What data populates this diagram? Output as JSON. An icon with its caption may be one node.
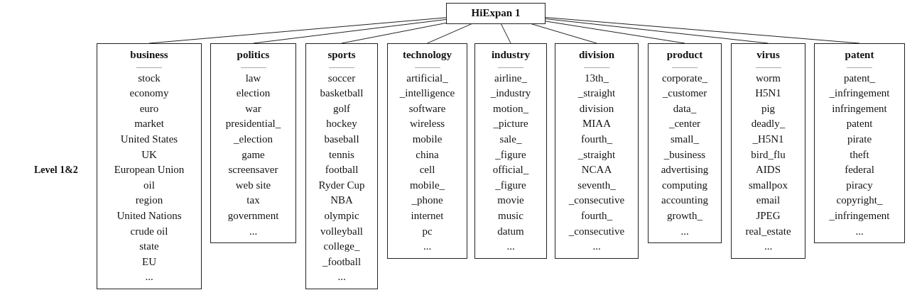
{
  "diagram": {
    "nodes": [
      {
        "text": [
          "HiExpan 1"
        ]
      },
      {
        "text": [
          "business",
          "stock",
          "economy",
          "euro",
          "market",
          "United States",
          "UK",
          "European Union",
          "oil",
          "region",
          "United Nations",
          "crude oil",
          "state",
          "EU",
          "..."
        ]
      },
      {
        "text": [
          "politics",
          "law",
          "election",
          "war",
          "presidential_",
          "_election",
          "game",
          "screensaver",
          "web site",
          "tax",
          "government",
          "..."
        ]
      },
      {
        "text": [
          "sports",
          "soccer",
          "basketball",
          "golf",
          "hockey",
          "baseball",
          "tennis",
          "football",
          "Ryder Cup",
          "NBA",
          "olympic",
          "volleyball",
          "college_",
          "_football",
          "..."
        ]
      },
      {
        "text": [
          "technology",
          "artificial_",
          "_intelligence",
          "software",
          "wireless",
          "mobile",
          "china",
          "cell",
          "mobile_",
          "_phone",
          "internet",
          "pc",
          "..."
        ]
      },
      {
        "text": [
          "industry",
          "airline_",
          "_industry",
          "motion_",
          "_picture",
          "sale_",
          "_figure",
          "official_",
          "_figure",
          "movie",
          "music",
          "datum",
          "..."
        ]
      },
      {
        "text": [
          "division",
          "13th_",
          "_straight",
          "division",
          "MIAA",
          "fourth_",
          "_straight",
          "NCAA",
          "seventh_",
          "_consecutive",
          "fourth_",
          "_consecutive",
          "..."
        ]
      },
      {
        "text": [
          "product",
          "corporate_",
          "_customer",
          "data_",
          "_center",
          "small_",
          "_business",
          "advertising",
          "computing",
          "accounting",
          "growth_",
          "..."
        ]
      },
      {
        "text": [
          "virus",
          "worm",
          "H5N1",
          "pig",
          "deadly_",
          "_H5N1",
          "bird_flu",
          "AIDS",
          "smallpox",
          "email",
          "JPEG",
          "real_estate",
          "..."
        ]
      },
      {
        "text": [
          "patent",
          "patent_",
          "_infringement",
          "infringement",
          "patent",
          "pirate",
          "theft",
          "federal",
          "piracy",
          "copyright_",
          "_infringement",
          "..."
        ]
      }
    ],
    "edges": [
      {
        "from": 0,
        "to": 1,
        "arrow": "none"
      },
      {
        "from": 0,
        "to": 2,
        "arrow": "none"
      },
      {
        "from": 0,
        "to": 3,
        "arrow": "none"
      },
      {
        "from": 0,
        "to": 4,
        "arrow": "none"
      },
      {
        "from": 0,
        "to": 5,
        "arrow": "none"
      },
      {
        "from": 0,
        "to": 6,
        "arrow": "none"
      },
      {
        "from": 0,
        "to": 7,
        "arrow": "none"
      },
      {
        "from": 0,
        "to": 8,
        "arrow": "none"
      },
      {
        "from": 0,
        "to": 9,
        "arrow": "none"
      }
    ],
    "labels": [
      "Level 1&2"
    ]
  }
}
